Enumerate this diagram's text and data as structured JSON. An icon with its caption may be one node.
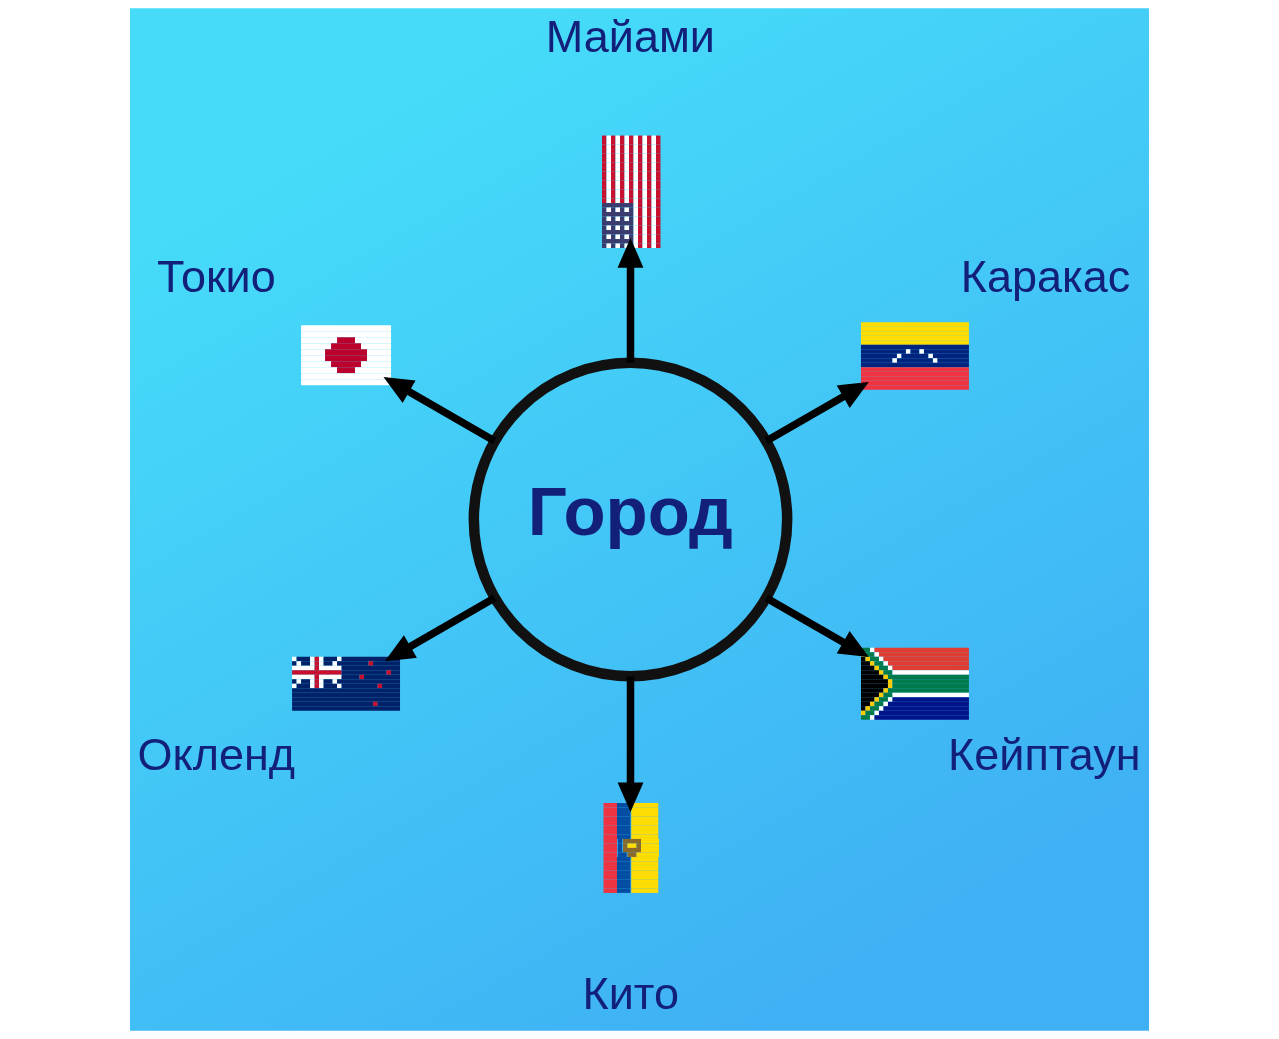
{
  "diagram": {
    "nodes": [
      {
        "text": [
          "Город"
        ]
      },
      {
        "text": [],
        "shape": "picture",
        "beside": [
          "Майами"
        ]
      },
      {
        "text": [],
        "shape": "picture",
        "beside": [
          "Токио"
        ]
      },
      {
        "text": [],
        "shape": "picture",
        "beside": [
          "Каракас"
        ]
      },
      {
        "text": [],
        "shape": "picture",
        "beside": [
          "Окленд"
        ]
      },
      {
        "text": [],
        "shape": "picture",
        "beside": [
          "Кейптаун"
        ]
      },
      {
        "text": [],
        "shape": "picture",
        "beside": [
          "Кито"
        ]
      }
    ],
    "edges": [
      {
        "from": 0,
        "to": 1,
        "arrow": "to"
      },
      {
        "from": 0,
        "to": 2,
        "arrow": "to"
      },
      {
        "from": 0,
        "to": 3,
        "arrow": "to"
      },
      {
        "from": 0,
        "to": 4,
        "arrow": "to"
      },
      {
        "from": 0,
        "to": 5,
        "arrow": "to"
      },
      {
        "from": 0,
        "to": 6,
        "arrow": "to"
      }
    ]
  }
}
